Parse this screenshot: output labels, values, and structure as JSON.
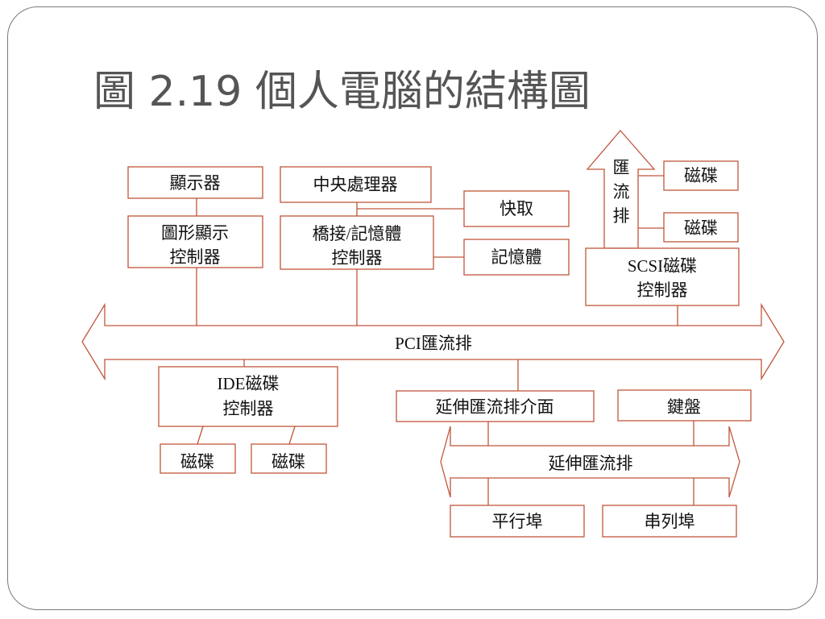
{
  "title": "圖 2.19 個人電腦的結構圖",
  "diagram": {
    "display": "顯示器",
    "graphics_controller": [
      "圖形顯示",
      "控制器"
    ],
    "cpu": "中央處理器",
    "cache": "快取",
    "bridge_controller": [
      "橋接/記憶體",
      "控制器"
    ],
    "memory": "記憶體",
    "scsi_bus": [
      "匯",
      "流",
      "排"
    ],
    "scsi_disk_1": "磁碟",
    "scsi_disk_2": "磁碟",
    "scsi_controller": [
      "SCSI磁碟",
      "控制器"
    ],
    "pci_bus": "PCI匯流排",
    "ide_controller": [
      "IDE磁碟",
      "控制器"
    ],
    "ide_disk_1": "磁碟",
    "ide_disk_2": "磁碟",
    "expansion_interface": "延伸匯流排介面",
    "keyboard": "鍵盤",
    "expansion_bus": "延伸匯流排",
    "parallel_port": "平行埠",
    "serial_port": "串列埠"
  },
  "colors": {
    "stroke": "#c0563a",
    "title": "#555555",
    "frame": "#7a7a7a"
  }
}
